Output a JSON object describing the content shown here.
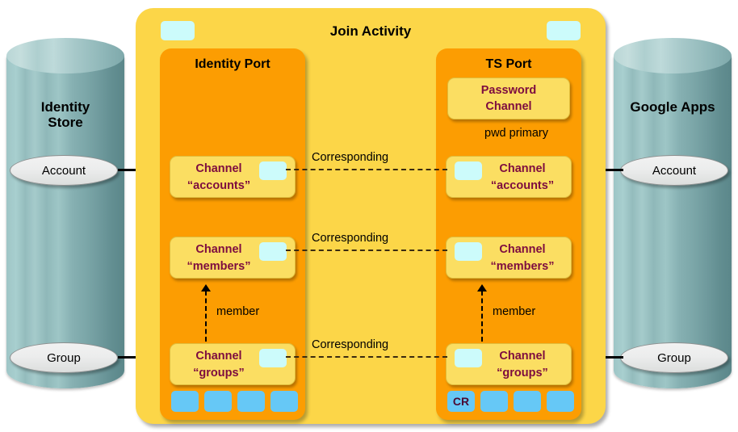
{
  "diagram": {
    "title": "Join Activity",
    "stores": [
      {
        "name": "Identity Store",
        "line1": "Identity",
        "line2": "Store",
        "entities": [
          "Account",
          "Group"
        ]
      },
      {
        "name": "Google Apps",
        "line1": "Google Apps",
        "line2": "",
        "entities": [
          "Account",
          "Group"
        ]
      }
    ],
    "ports": [
      {
        "title": "Identity Port",
        "channels": [
          {
            "line1": "Channel",
            "line2": "“accounts”"
          },
          {
            "line1": "Channel",
            "line2": "“members”"
          },
          {
            "line1": "Channel",
            "line2": "“groups”"
          }
        ],
        "bottom_squares": [
          "",
          "",
          "",
          ""
        ],
        "member_label": "member"
      },
      {
        "title": "TS Port",
        "password_channel": {
          "line1": "Password",
          "line2": "Channel"
        },
        "password_note": "pwd primary",
        "channels": [
          {
            "line1": "Channel",
            "line2": "“accounts”"
          },
          {
            "line1": "Channel",
            "line2": "“members”"
          },
          {
            "line1": "Channel",
            "line2": "“groups”"
          }
        ],
        "bottom_squares": [
          "CR",
          "",
          "",
          ""
        ],
        "member_label": "member"
      }
    ],
    "correspondence_labels": [
      "Corresponding",
      "Corresponding",
      "Corresponding"
    ],
    "colors": {
      "activity_panel": "#fcd648",
      "port_panel": "#fc9d02",
      "channel_box": "#fbde62",
      "channel_text": "#7d0c3f",
      "chip_cyan": "#ccfbfb",
      "square_blue": "#66c8f6",
      "cylinder_teal": "#9ec5c6",
      "ellipse_gray": "#eceded"
    }
  }
}
